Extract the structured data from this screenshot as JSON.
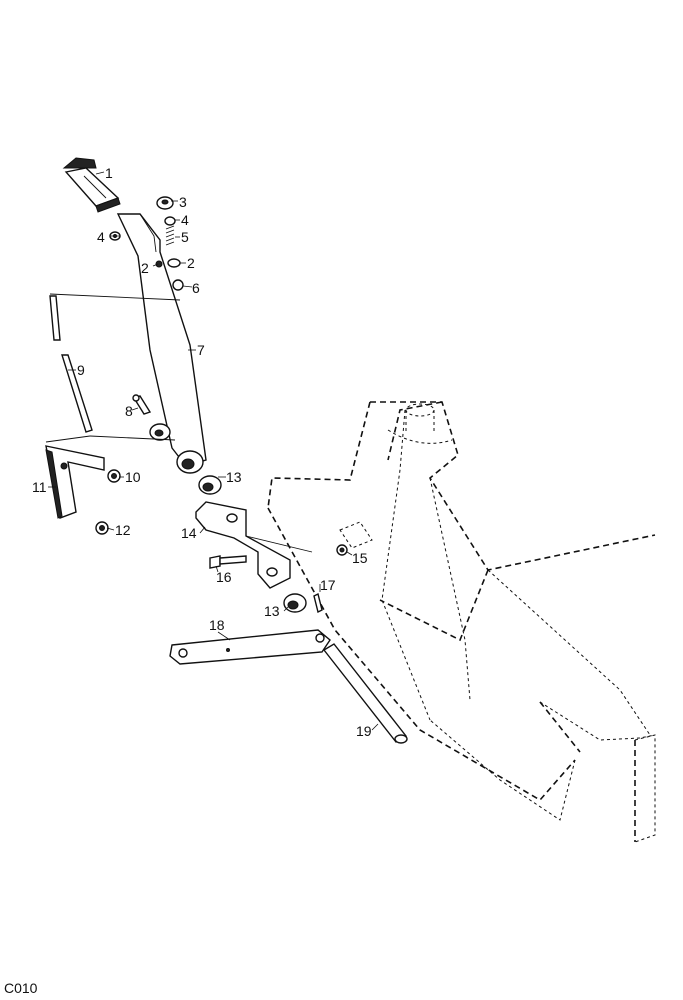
{
  "figure_code": "C010",
  "callouts": {
    "c1": "1",
    "c3": "3",
    "c4a": "4",
    "c5": "5",
    "c4b": "4",
    "c2a": "2",
    "c2b": "2",
    "c6": "6",
    "c7": "7",
    "c9": "9",
    "c8": "8",
    "c13a": "13",
    "c10": "10",
    "c11": "11",
    "c12": "12",
    "c14": "14",
    "c15": "15",
    "c16": "16",
    "c17": "17",
    "c13b": "13",
    "c18": "18",
    "c19": "19"
  }
}
